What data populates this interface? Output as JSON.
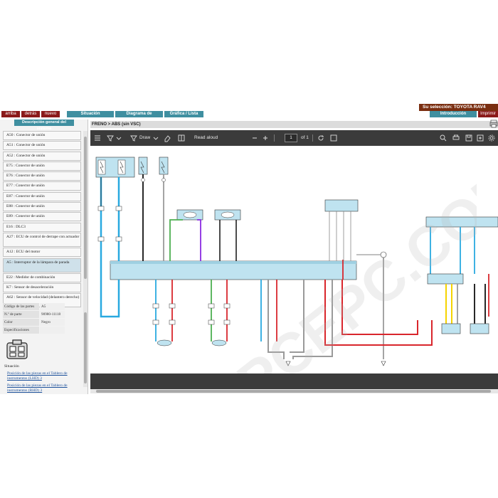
{
  "topbar": {
    "nav_buttons": [
      "arriba",
      "detrás",
      "nuevo"
    ],
    "tabs": [
      "Situación",
      "Diagrama de conexiones",
      "Gráfica / Lista"
    ],
    "selection": "Su selección: TOYOTA RAV4",
    "right_tabs": [
      "Introducción",
      "Imprimir"
    ]
  },
  "sidebar": {
    "header": "Descripción general del sistema",
    "items": [
      "A50 : Conector de unión",
      "A51 : Conector de unión",
      "A52 : Conector de unión",
      "E75 : Conector de unión",
      "E76 : Conector de unión",
      "E77 : Conector de unión",
      "E87 : Conector de unión",
      "E88 : Conector de unión",
      "E89 : Conector de unión",
      "E16 : DLC3",
      "A27 : ECU de control de derrape con actuador",
      "A12 : ECU del motor",
      "A5 : Interruptor de la lámpara de parada",
      "E22 : Medidor de combinación",
      "K7 : Sensor de desaceleración",
      "A62 : Sensor de velocidad (delantero derecho)"
    ],
    "active_index": 12,
    "info": [
      {
        "key": "Código de las partes",
        "value": "A5"
      },
      {
        "key": "N.º de parte",
        "value": "90980-11118"
      },
      {
        "key": "Color",
        "value": "Negro"
      },
      {
        "key": "Especificaciones",
        "value": ""
      }
    ],
    "situacion_label": "Situación",
    "links": [
      "Posición de las piezas en el Tablero de instrumentos (LHD) 3",
      "Posición de las piezas en el Tablero de instrumentos (RHD) 3"
    ]
  },
  "viewer": {
    "breadcrumb": "FRENO > ABS (sin VSC)",
    "toolbar": {
      "draw_label": "Draw",
      "read_aloud_label": "Read aloud",
      "page_number": "1",
      "page_total": "of 1"
    }
  },
  "watermark": "EPCEPC.COM",
  "colors": {
    "brown": "#8b1a1a",
    "teal": "#3f8fa0",
    "toolbar": "#3b3b3b",
    "wire_blue": "#29a9e0",
    "wire_red": "#d9262c",
    "wire_gray": "#9a9a9a",
    "wire_green": "#4caf50",
    "wire_purple": "#8a2be2",
    "wire_yellow": "#f5d300",
    "wire_black": "#111111"
  }
}
